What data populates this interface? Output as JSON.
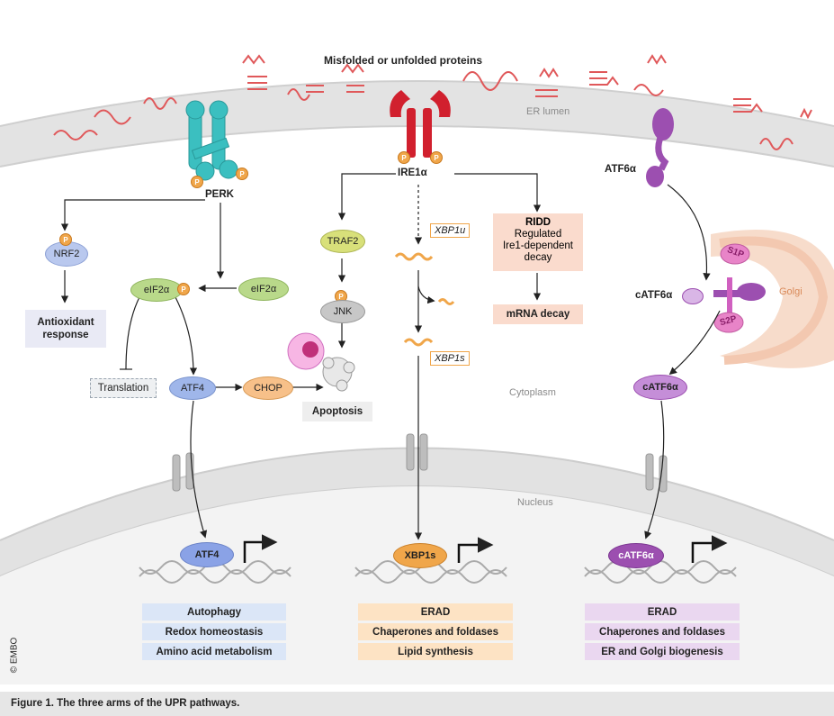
{
  "title": "Misfolded or unfolded proteins",
  "compartments": {
    "er_lumen": "ER lumen",
    "cytoplasm": "Cytoplasm",
    "nucleus": "Nucleus",
    "golgi": "Golgi"
  },
  "perk_arm": {
    "perk": "PERK",
    "p": "P",
    "nrf2": "NRF2",
    "antioxidant": "Antioxidant\nresponse",
    "eif2a_p": "eIF2α",
    "eif2a": "eIF2α",
    "translation": "Translation",
    "atf4": "ATF4",
    "chop": "CHOP",
    "atf4_nuc": "ATF4",
    "targets": [
      "Autophagy",
      "Redox homeostasis",
      "Amino acid metabolism"
    ]
  },
  "ire1_arm": {
    "ire1": "IRE1α",
    "traf2": "TRAF2",
    "jnk": "JNK",
    "apoptosis": "Apoptosis",
    "xbp1u": "XBP1u",
    "xbp1s": "XBP1s",
    "ridd_title": "RIDD",
    "ridd_lines": [
      "Regulated",
      "Ire1-dependent",
      "decay"
    ],
    "mrna_decay": "mRNA decay",
    "xbp1s_nuc": "XBP1s",
    "targets": [
      "ERAD",
      "Chaperones and foldases",
      "Lipid synthesis"
    ]
  },
  "atf6_arm": {
    "atf6": "ATF6α",
    "catf6_golgi": "cATF6α",
    "s1p": "S1P",
    "s2p": "S2P",
    "catf6_cyto": "cATF6α",
    "catf6_nuc": "cATF6α",
    "targets": [
      "ERAD",
      "Chaperones and foldases",
      "ER and Golgi biogenesis"
    ]
  },
  "credit": "© EMBO",
  "caption": "Figure 1.   The three arms of the UPR pathways.",
  "colors": {
    "perk": "#3bbfc0",
    "ire1": "#d1202e",
    "atf6": "#9c4fb0",
    "xbp": "#f0a64a",
    "membrane": "#d9d9d9",
    "golgi": "#f7dccb",
    "blue_row": "#dbe6f7",
    "orange_row": "#fde3c4",
    "purple_row": "#ead7f0"
  }
}
